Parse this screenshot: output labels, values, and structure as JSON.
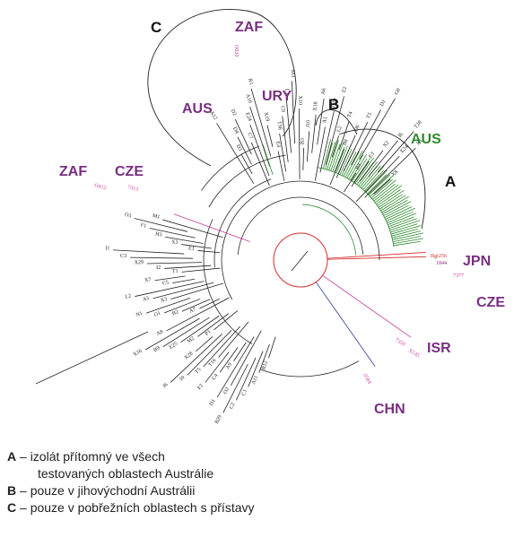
{
  "colors": {
    "purple": "#7a2e82",
    "green": "#2e8b2e",
    "red": "#d62b2b",
    "magenta": "#c43a9a",
    "blue": "#2b3a9a",
    "line": "#222222"
  },
  "clusters": [
    {
      "id": "A",
      "label": "A"
    },
    {
      "id": "B",
      "label": "B"
    },
    {
      "id": "C",
      "label": "C"
    }
  ],
  "countries": [
    {
      "label": "ZAF",
      "color": "purple"
    },
    {
      "label": "URY",
      "color": "purple"
    },
    {
      "label": "AUS",
      "color": "purple"
    },
    {
      "label": "AUS",
      "color": "green"
    },
    {
      "label": "ZAF",
      "color": "purple"
    },
    {
      "label": "CZE",
      "color": "purple"
    },
    {
      "label": "JPN",
      "color": "purple"
    },
    {
      "label": "CZE",
      "color": "purple"
    },
    {
      "label": "ISR",
      "color": "purple"
    },
    {
      "label": "CHN",
      "color": "purple"
    }
  ],
  "leaves": [
    "B12",
    "A11",
    "C1",
    "C2",
    "B29",
    "O2",
    "D1",
    "A9",
    "C4",
    "F2",
    "T16",
    "T5",
    "I9",
    "J6",
    "X28",
    "P1",
    "M2",
    "E25",
    "B9",
    "X16",
    "A8",
    "A7",
    "B2",
    "O1",
    "N1",
    "X3",
    "A5",
    "L2",
    "C5",
    "X7",
    "T1",
    "I2",
    "X29",
    "C3",
    "I1",
    "E1",
    "X3",
    "H3",
    "F1",
    "O3",
    "M1",
    "A12",
    "D3",
    "D4",
    "D2",
    "C7",
    "E24",
    "A10",
    "R1",
    "X19",
    "E4",
    "T36",
    "C9",
    "L1",
    "M3",
    "X10",
    "B3",
    "J10",
    "X18",
    "A6",
    "A1",
    "D10",
    "E2",
    "L2",
    "T4",
    "B8",
    "D8",
    "T5",
    "D1",
    "G8",
    "B4",
    "E3",
    "X2",
    "I6",
    "T28",
    "X24",
    "X1",
    "X8"
  ],
  "tip_codes": {
    "zaf_top": "O020",
    "zaf_left": "O412",
    "cze_left": "7313",
    "jpn": [
      "Bgr256",
      "1844"
    ],
    "cze_right": "7377",
    "isr": [
      "7359",
      "X145"
    ],
    "chn": "0584"
  },
  "legend": [
    {
      "key": "A",
      "text": " – izolát přítomný ve všech",
      "cont": "testovaných oblastech Austrálie"
    },
    {
      "key": "B",
      "text": " – pouze v jihovýchodní Austrálii",
      "cont": ""
    },
    {
      "key": "C",
      "text": " – pouze v pobřežních oblastech s přístavy",
      "cont": ""
    }
  ]
}
